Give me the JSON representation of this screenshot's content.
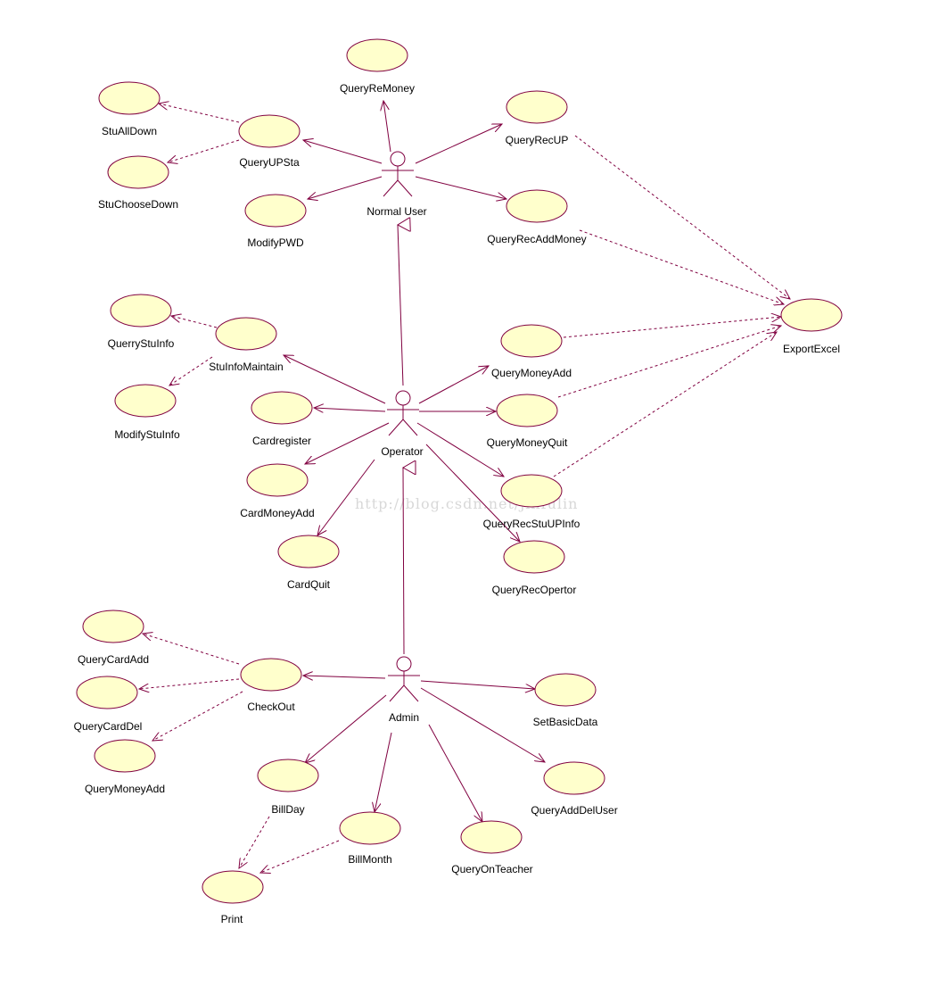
{
  "colors": {
    "line": "#800040",
    "usecase_fill": "#ffffcc",
    "usecase_stroke": "#800040",
    "actor_stroke": "#800040",
    "text": "#000000",
    "watermark": "#d8d8d8"
  },
  "watermark": "http://blog.csdn.net/jinfulin",
  "actors": {
    "normal_user": "Normal User",
    "operator": "Operator",
    "admin": "Admin"
  },
  "usecases": {
    "query_re_money": "QueryReMoney",
    "stu_all_down": "StuAllDown",
    "query_up_sta": "QueryUPSta",
    "stu_choose_down": "StuChooseDown",
    "modify_pwd": "ModifyPWD",
    "query_rec_up": "QueryRecUP",
    "query_rec_add_money": "QueryRecAddMoney",
    "export_excel": "ExportExcel",
    "querry_stu_info": "QuerryStuInfo",
    "stu_info_maintain": "StuInfoMaintain",
    "modify_stu_info": "ModifyStuInfo",
    "card_register": "Cardregister",
    "card_money_add": "CardMoneyAdd",
    "card_quit": "CardQuit",
    "query_money_add_op": "QueryMoneyAdd",
    "query_money_quit": "QueryMoneyQuit",
    "query_rec_stu_up_info": "QueryRecStuUPInfo",
    "query_rec_opertor": "QueryRecOpertor",
    "query_card_add": "QueryCardAdd",
    "check_out": "CheckOut",
    "query_card_del": "QueryCardDel",
    "query_money_add_admin": "QueryMoneyAdd",
    "set_basic_data": "SetBasicData",
    "query_add_del_user": "QueryAddDelUser",
    "bill_day": "BillDay",
    "bill_month": "BillMonth",
    "query_on_teacher": "QueryOnTeacher",
    "print": "Print"
  }
}
